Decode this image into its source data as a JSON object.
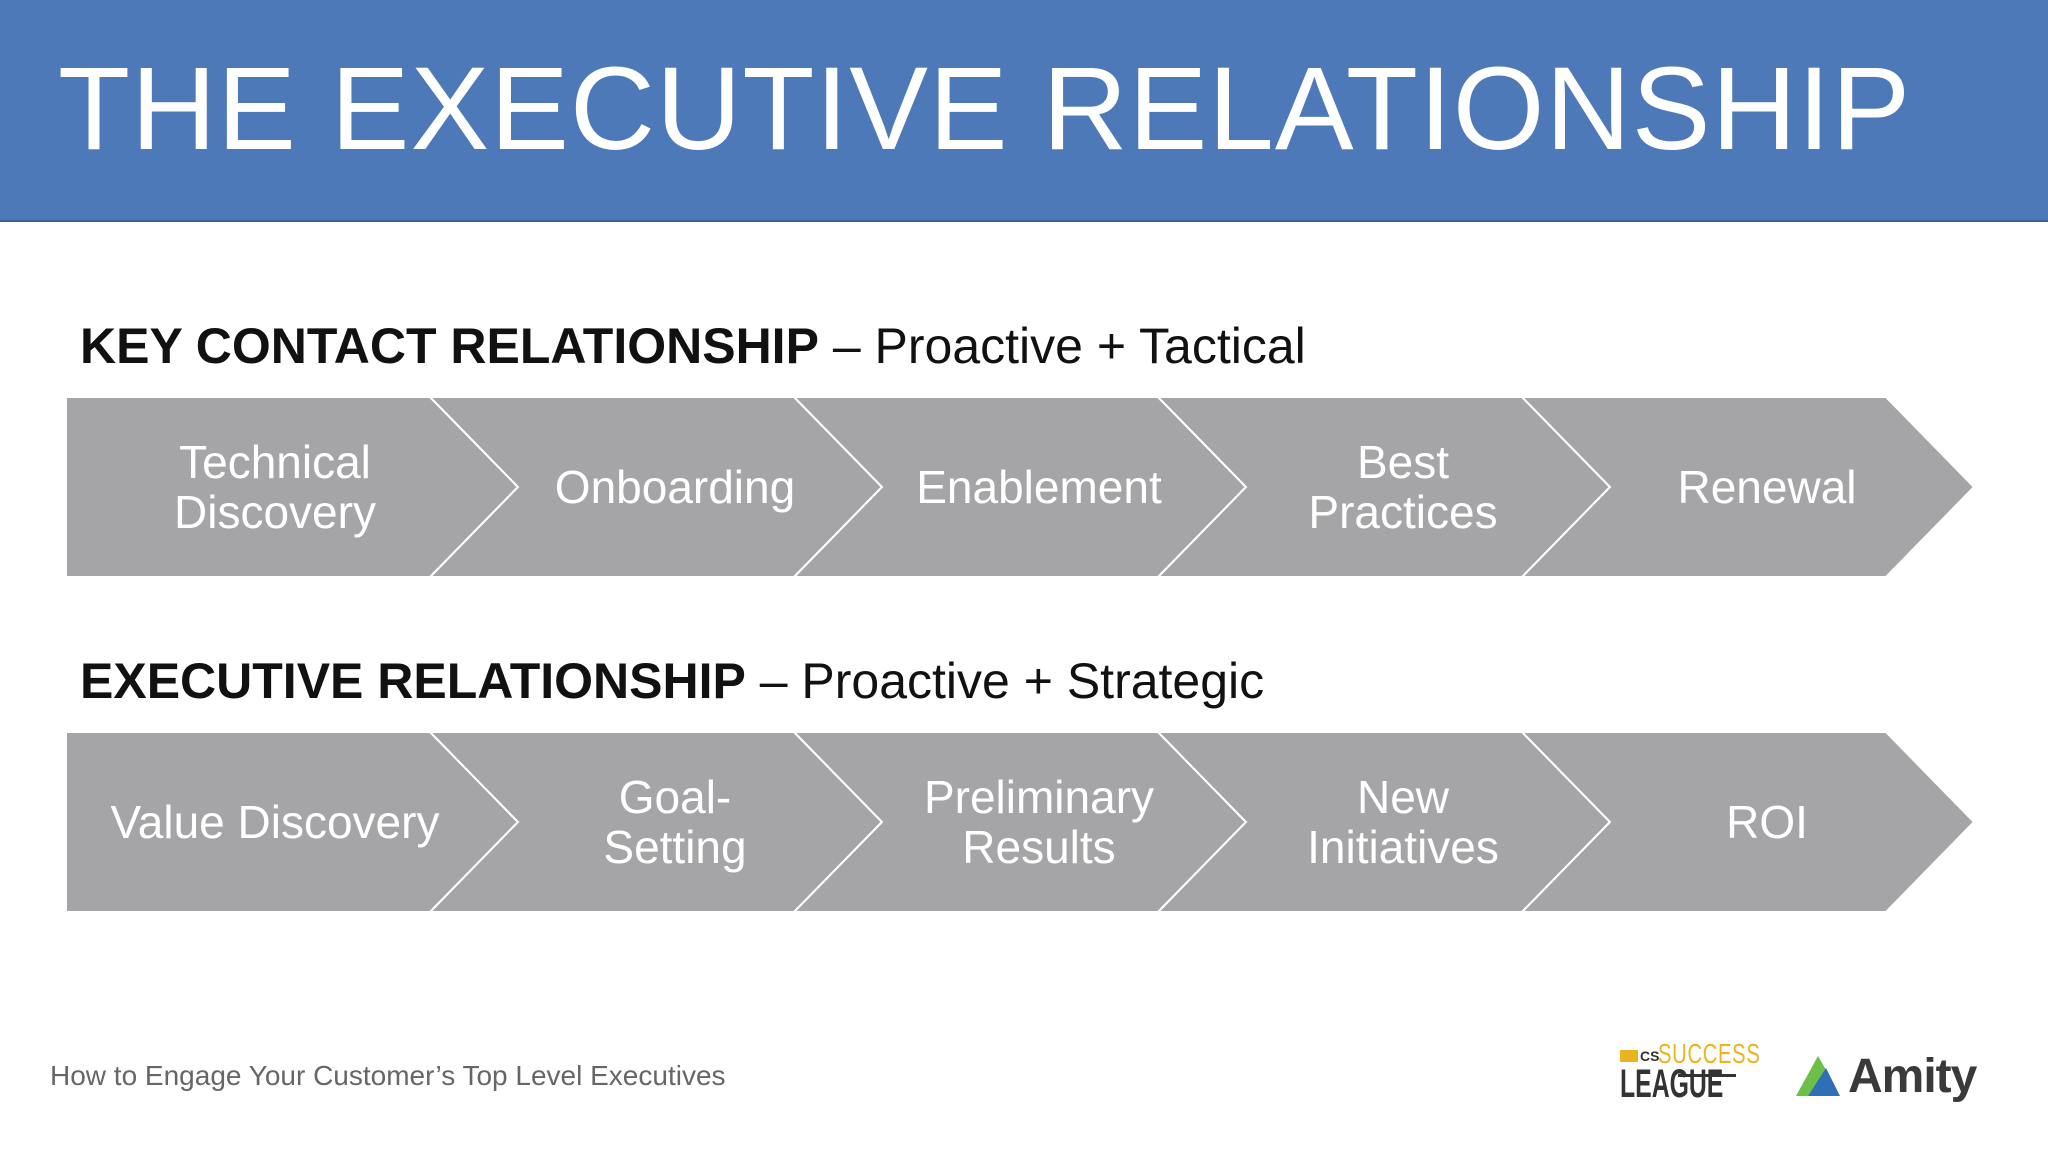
{
  "title": "THE EXECUTIVE RELATIONSHIP",
  "sections": [
    {
      "heading_bold": "KEY CONTACT RELATIONSHIP",
      "heading_rest": " – Proactive + Tactical",
      "steps": [
        "Technical\nDiscovery",
        "Onboarding",
        "Enablement",
        "Best\nPractices",
        "Renewal"
      ]
    },
    {
      "heading_bold": "EXECUTIVE RELATIONSHIP",
      "heading_rest": " – Proactive + Strategic",
      "steps": [
        "Value Discovery",
        "Goal-\nSetting",
        "Preliminary\nResults",
        "New\nInitiatives",
        "ROI"
      ]
    }
  ],
  "footer": "How to Engage Your Customer’s Top Level Executives",
  "logos": {
    "league": {
      "small": "CS",
      "top": "SUCCESS",
      "bottom": "LEAGUE"
    },
    "amity": {
      "word": "Amity"
    }
  },
  "colors": {
    "title_bar": "#4e79b8",
    "chevron_fill": "#a5a4a7",
    "chevron_text": "#ffffff",
    "heading_text": "#111111",
    "footer_text": "#666666",
    "league_gold": "#e8b51f",
    "amity_green": "#6cc04a",
    "amity_blue": "#2f6fb6"
  }
}
